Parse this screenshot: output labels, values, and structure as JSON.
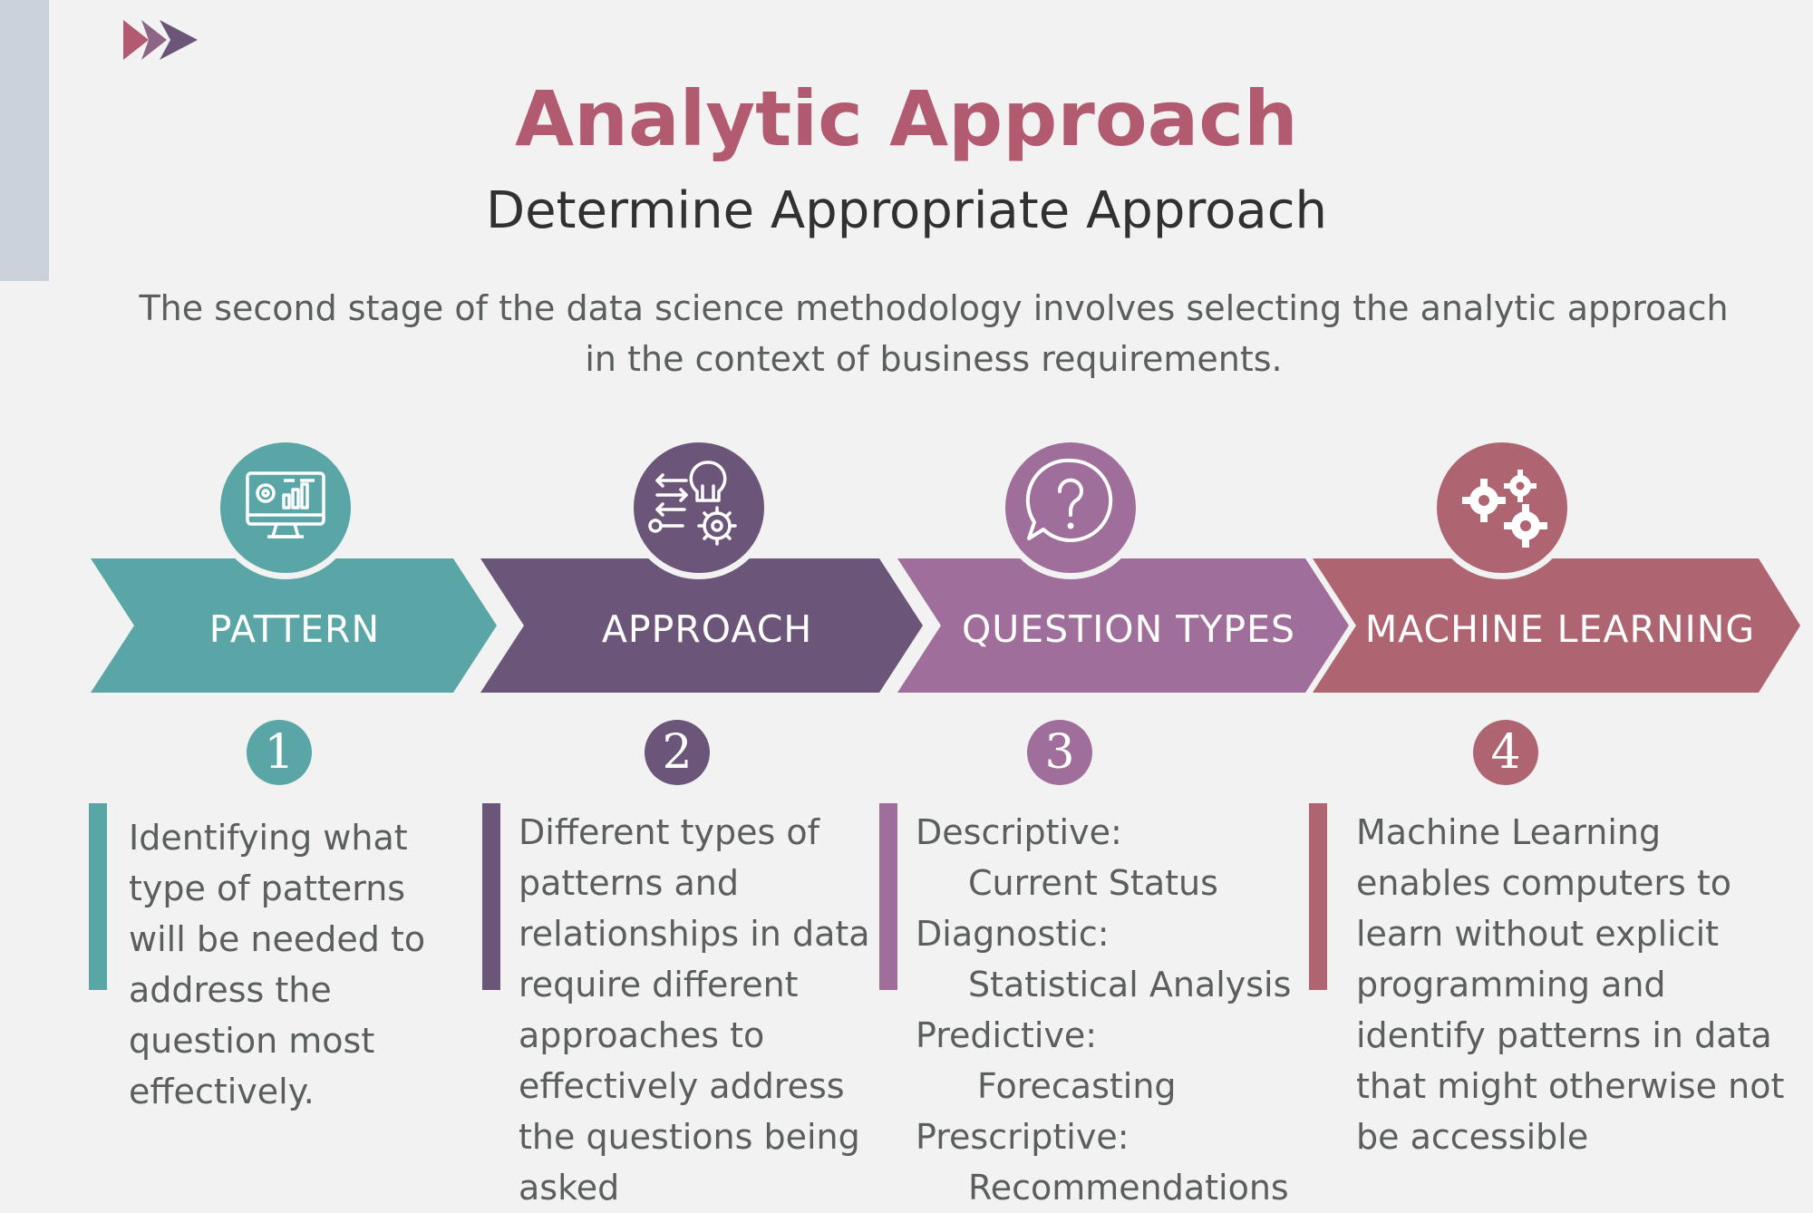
{
  "header": {
    "title": "Analytic Approach",
    "subtitle": "Determine Appropriate Approach",
    "intro_line1": "The second stage of the data science methodology involves selecting the analytic approach",
    "intro_line2": "in the context of business requirements."
  },
  "colors": {
    "background": "#f1f2f1",
    "title": "#b25b70",
    "teal": "#5aa5a6",
    "dark_purple": "#6b5679",
    "light_purple": "#a06e9b",
    "rose": "#ae6471"
  },
  "stages": [
    {
      "label": "PATTERN",
      "number": "1",
      "icon": "dashboard-monitor-icon",
      "lines": [
        "Identifying what",
        "type of patterns",
        "will be needed to",
        "address the",
        "question most",
        "effectively."
      ]
    },
    {
      "label": "APPROACH",
      "number": "2",
      "icon": "lightbulb-gear-icon",
      "lines": [
        "Different types of",
        "patterns and",
        "relationships in data",
        "require different",
        "approaches to",
        "effectively address",
        "the questions being",
        "asked"
      ]
    },
    {
      "label": "QUESTION TYPES",
      "number": "3",
      "icon": "question-bubble-icon",
      "items": [
        {
          "type": "Descriptive:",
          "detail": "Current Status"
        },
        {
          "type": "Diagnostic:",
          "detail": "Statistical Analysis"
        },
        {
          "type": "Predictive:",
          "detail": "Forecasting"
        },
        {
          "type": "Prescriptive:",
          "detail": "Recommendations"
        }
      ]
    },
    {
      "label": "MACHINE LEARNING",
      "number": "4",
      "icon": "gears-icon",
      "lines": [
        "Machine Learning",
        "enables computers to",
        "learn without explicit",
        "programming and",
        "identify patterns in data",
        "that might otherwise not",
        "be accessible"
      ]
    }
  ]
}
